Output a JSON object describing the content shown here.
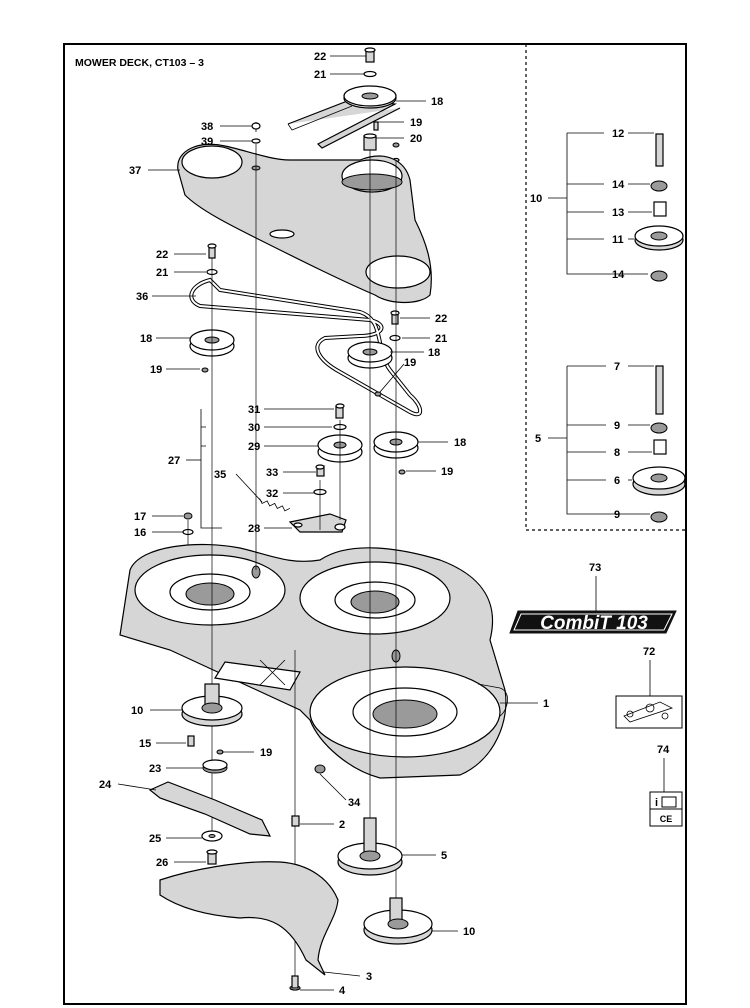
{
  "title": "MOWER DECK, CT103 – 3",
  "brand": {
    "logo_text": "CombiT 103",
    "badge_color": "#111111",
    "text_color": "#ffffff"
  },
  "labels": {
    "ce": "CE"
  },
  "callouts": {
    "c22a": "22",
    "c21a": "21",
    "c18a": "18",
    "c19a": "19",
    "c20": "20",
    "c38": "38",
    "c39": "39",
    "c37": "37",
    "c22b": "22",
    "c21b": "21",
    "c36": "36",
    "c22c": "22",
    "c21c": "21",
    "c18b": "18",
    "c18c": "18",
    "c19b": "19",
    "c19c": "19",
    "c31": "31",
    "c30": "30",
    "c29": "29",
    "c27": "27",
    "c18d": "18",
    "c33": "33",
    "c32": "32",
    "c35": "35",
    "c19d": "19",
    "c17": "17",
    "c16": "16",
    "c28": "28",
    "c12": "12",
    "c14a": "14",
    "c10a": "10",
    "c13": "13",
    "c11": "11",
    "c14b": "14",
    "c7": "7",
    "c9a": "9",
    "c5a": "5",
    "c8": "8",
    "c6": "6",
    "c9b": "9",
    "c73": "73",
    "c72": "72",
    "c74": "74",
    "c1": "1",
    "c10b": "10",
    "c15": "15",
    "c19e": "19",
    "c23": "23",
    "c24": "24",
    "c34": "34",
    "c2": "2",
    "c25": "25",
    "c26": "26",
    "c5b": "5",
    "c10c": "10",
    "c3": "3",
    "c4": "4"
  }
}
